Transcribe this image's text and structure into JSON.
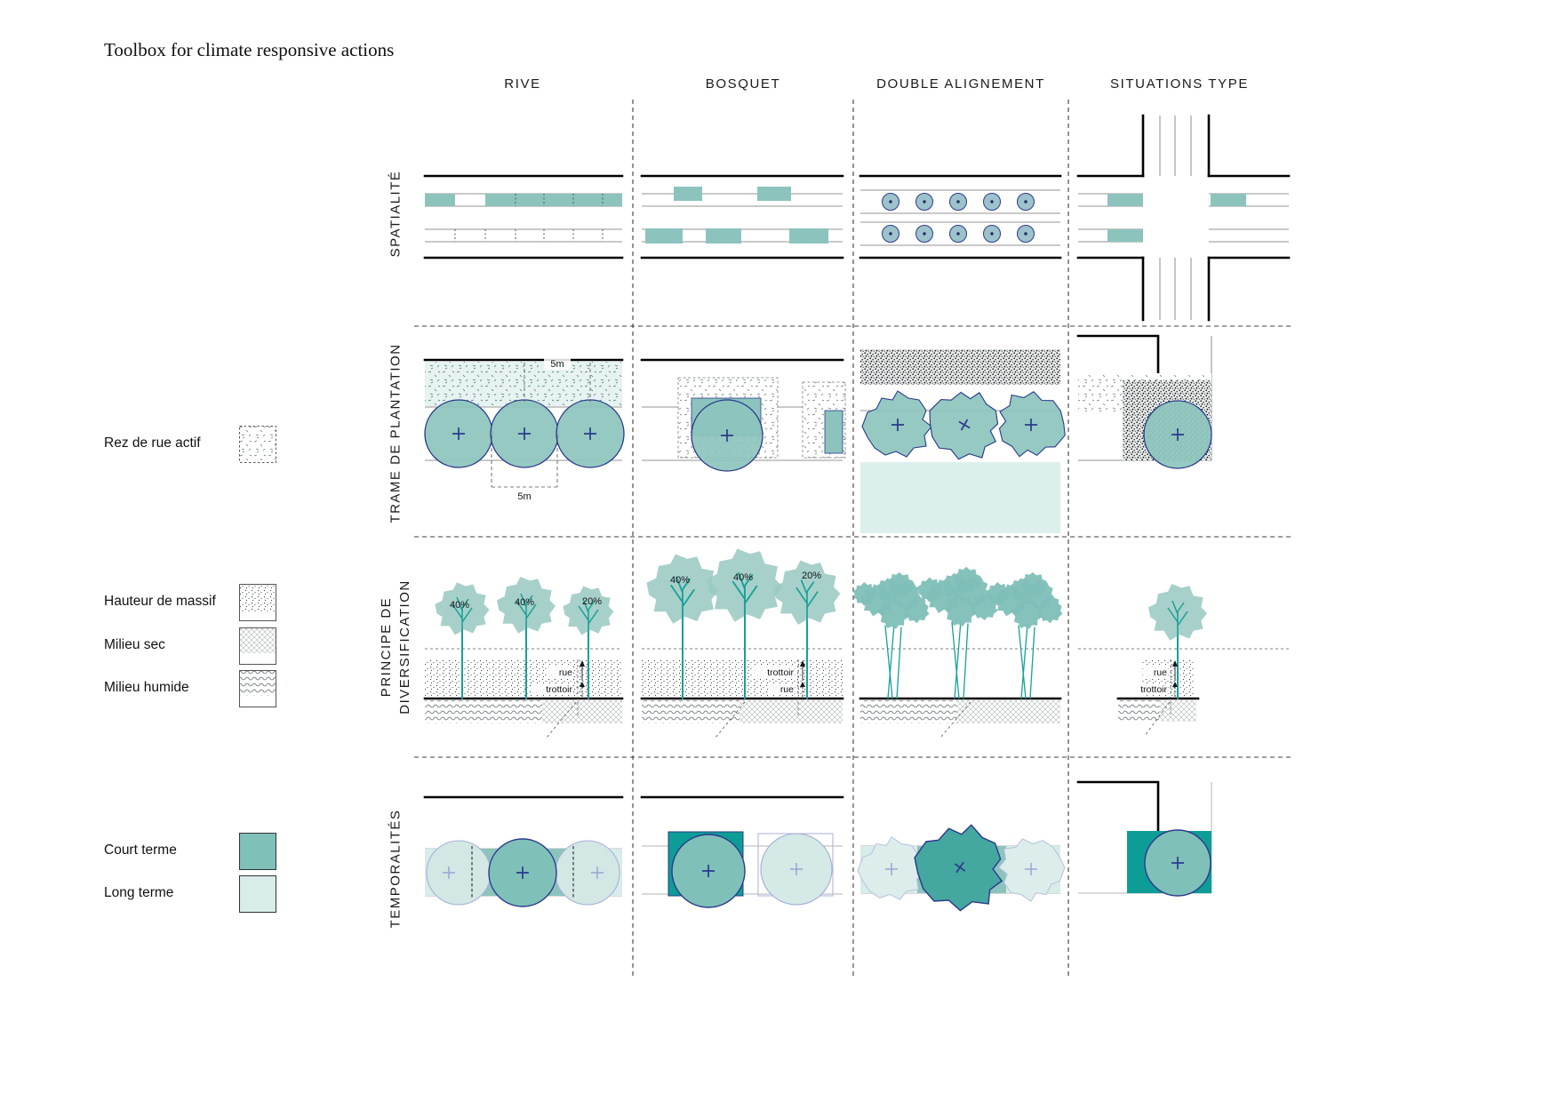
{
  "title": "Toolbox for climate responsive actions",
  "columns": [
    {
      "label": "RIVE"
    },
    {
      "label": "BOSQUET"
    },
    {
      "label": "DOUBLE ALIGNEMENT"
    },
    {
      "label": "SITUATIONS TYPE"
    }
  ],
  "rows": [
    {
      "label": "SPATIALITÉ"
    },
    {
      "label": "TRAME DE PLANTATION"
    },
    {
      "label": "PRINCIPE DE",
      "label2": "DIVERSIFICATION"
    },
    {
      "label": "TEMPORALITÉS"
    }
  ],
  "legend": {
    "items": [
      {
        "label": "Rez de rue actif"
      },
      {
        "label": "Hauteur de massif"
      },
      {
        "label": "Milieu sec"
      },
      {
        "label": "Milieu humide"
      },
      {
        "label": "Court terme"
      },
      {
        "label": "Long terme"
      }
    ]
  },
  "annotations": {
    "trame_rive": {
      "dim_top": "5m",
      "dim_bottom": "5m"
    },
    "diversification_rive": {
      "pct_1": "40%",
      "pct_2": "40%",
      "pct_3": "20%",
      "label_top": "rue",
      "label_bottom": "trottoir"
    },
    "diversification_bosquet": {
      "pct_1": "40%",
      "pct_2": "40%",
      "pct_3": "20%",
      "label_top": "trottoir",
      "label_bottom": "rue"
    },
    "diversification_situations": {
      "label_top": "rue",
      "label_bottom": "trottoir"
    }
  },
  "colors": {
    "teal": "#8cc4bd",
    "teal_dark": "#0d9d96",
    "teal_pale": "#d8ecea",
    "navy": "#2b3a8c"
  }
}
